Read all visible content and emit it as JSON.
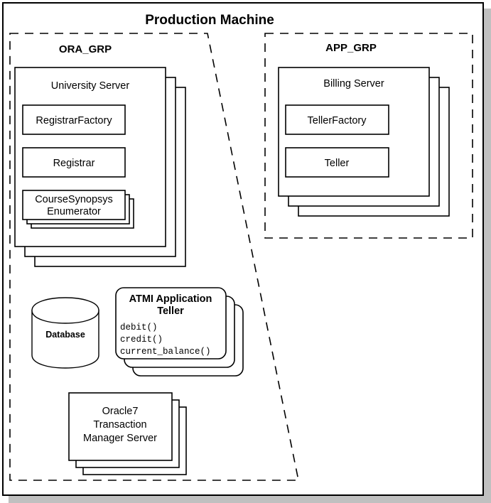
{
  "diagram": {
    "title": "Production Machine",
    "groups": [
      {
        "id": "ora-grp",
        "label": "ORA_GRP",
        "nodes": [
          {
            "id": "university-server",
            "label": "University Server",
            "stack_depth": 3,
            "shape": "rect",
            "components": [
              {
                "id": "registrar-factory",
                "label": "RegistrarFactory",
                "stack_depth": 1
              },
              {
                "id": "registrar",
                "label": "Registrar",
                "stack_depth": 1
              },
              {
                "id": "course-synopsys-enumerator",
                "label_line1": "CourseSynopsys",
                "label_line2": "Enumerator",
                "stack_depth": 3
              }
            ]
          },
          {
            "id": "database",
            "label": "Database",
            "shape": "cylinder"
          },
          {
            "id": "atmi-application-teller",
            "label_line1": "ATMI Application",
            "label_line2": "Teller",
            "shape": "rounded-rect",
            "stack_depth": 3,
            "methods": [
              "debit()",
              "credit()",
              "current_balance()"
            ]
          },
          {
            "id": "oracle7-transaction-manager-server",
            "label_line1": "Oracle7",
            "label_line2": "Transaction",
            "label_line3": "Manager Server",
            "shape": "rect",
            "stack_depth": 3
          }
        ]
      },
      {
        "id": "app-grp",
        "label": "APP_GRP",
        "nodes": [
          {
            "id": "billing-server",
            "label": "Billing Server",
            "stack_depth": 3,
            "shape": "rect",
            "components": [
              {
                "id": "teller-factory",
                "label": "TellerFactory",
                "stack_depth": 1
              },
              {
                "id": "teller",
                "label": "Teller",
                "stack_depth": 1
              }
            ]
          }
        ]
      }
    ]
  },
  "colors": {
    "background": "#ffffff",
    "stroke": "#000000",
    "shadow": "#c0c0c0"
  }
}
